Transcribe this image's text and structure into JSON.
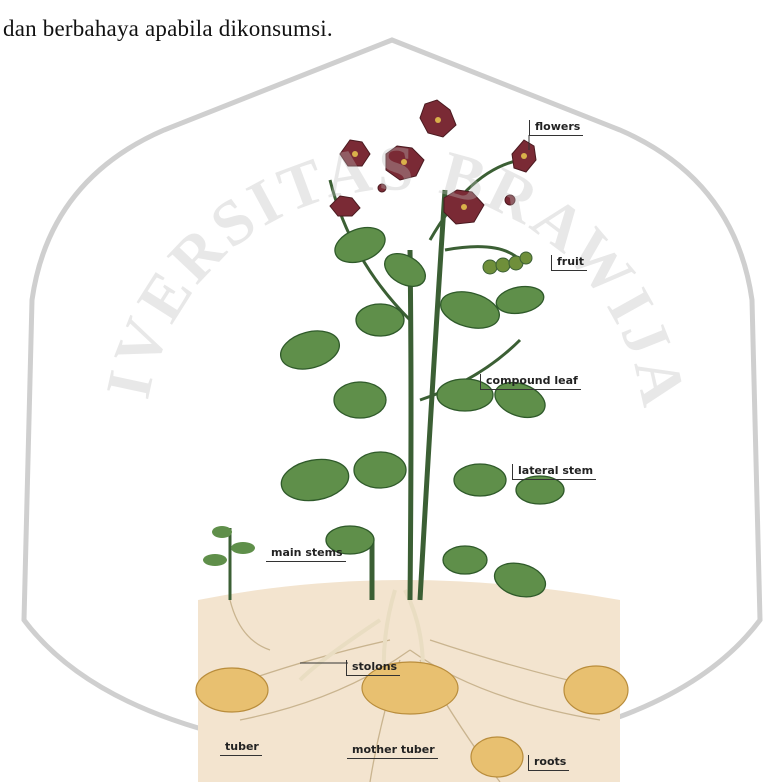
{
  "document": {
    "text_line": "dan berbahaya apabila dikonsumsi."
  },
  "watermark": {
    "text": "UNIVERSITAS BRAWIJAYA"
  },
  "figure": {
    "labels": {
      "flowers": "flowers",
      "fruit": "fruit",
      "compound_leaf": "compound leaf",
      "lateral_stem": "lateral stem",
      "main_stems": "main stems",
      "stolons": "stolons",
      "tuber": "tuber",
      "mother_tuber": "mother tuber",
      "roots": "roots"
    }
  },
  "colors": {
    "leaf": "#5f8f4a",
    "leaf_dark": "#2f5a2a",
    "stem": "#3b5f34",
    "flower": "#7a2a35",
    "soil": "#f3e4cf",
    "tuber": "#e8c070",
    "watermark": "#bdbdbd"
  }
}
